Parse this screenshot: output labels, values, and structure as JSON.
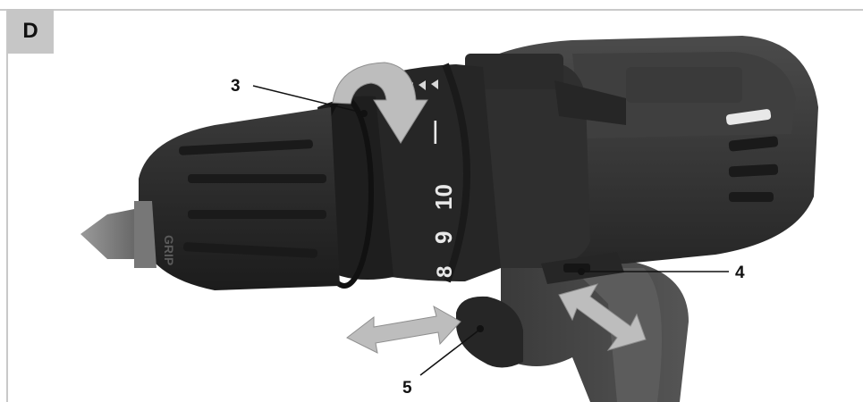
{
  "figure": {
    "section_letter": "D",
    "callouts": [
      {
        "id": "3",
        "label": "3"
      },
      {
        "id": "4",
        "label": "4"
      },
      {
        "id": "5",
        "label": "5"
      }
    ],
    "dial_markings": [
      "—",
      "10",
      "9",
      "8"
    ],
    "chuck_text": "GRIP",
    "colors": {
      "body_dark": "#2e2e2e",
      "body_mid": "#4a4a4a",
      "arrow_fill": "#bdbdbd",
      "badge_bg": "#c6c6c6",
      "frame_line": "#c9c9c9"
    }
  }
}
